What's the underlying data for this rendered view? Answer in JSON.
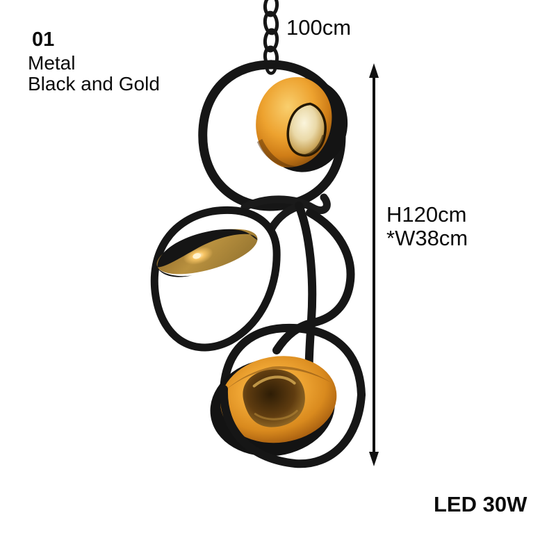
{
  "product": {
    "variant_number": "01",
    "material": "Metal",
    "finish": "Black and Gold",
    "wattage": "LED 30W"
  },
  "dimensions": {
    "chain_length": "100cm",
    "height": "H120cm",
    "width": "*W38cm"
  },
  "illustration": {
    "subject": "pendant-chandelier-with-three-gold-bowl-shades-and-black-rings",
    "parts": [
      "hanging-chain",
      "top-ring",
      "top-teardrop-shade",
      "middle-ring",
      "middle-saucer-shade",
      "lower-loops",
      "bottom-bowl-shade",
      "height-dimension-arrow"
    ],
    "colors": {
      "background": "#ffffff",
      "text": "#0b0b0b",
      "frame_black": "#161616",
      "shade_gold": "#e69a2c",
      "gold_highlight": "#f9cf6e",
      "gold_shadow": "#7c460b",
      "bulb_warm_white": "#fbf5dc",
      "bulb_amber_glass": "#3a2608",
      "dimension_line": "#111111"
    }
  }
}
